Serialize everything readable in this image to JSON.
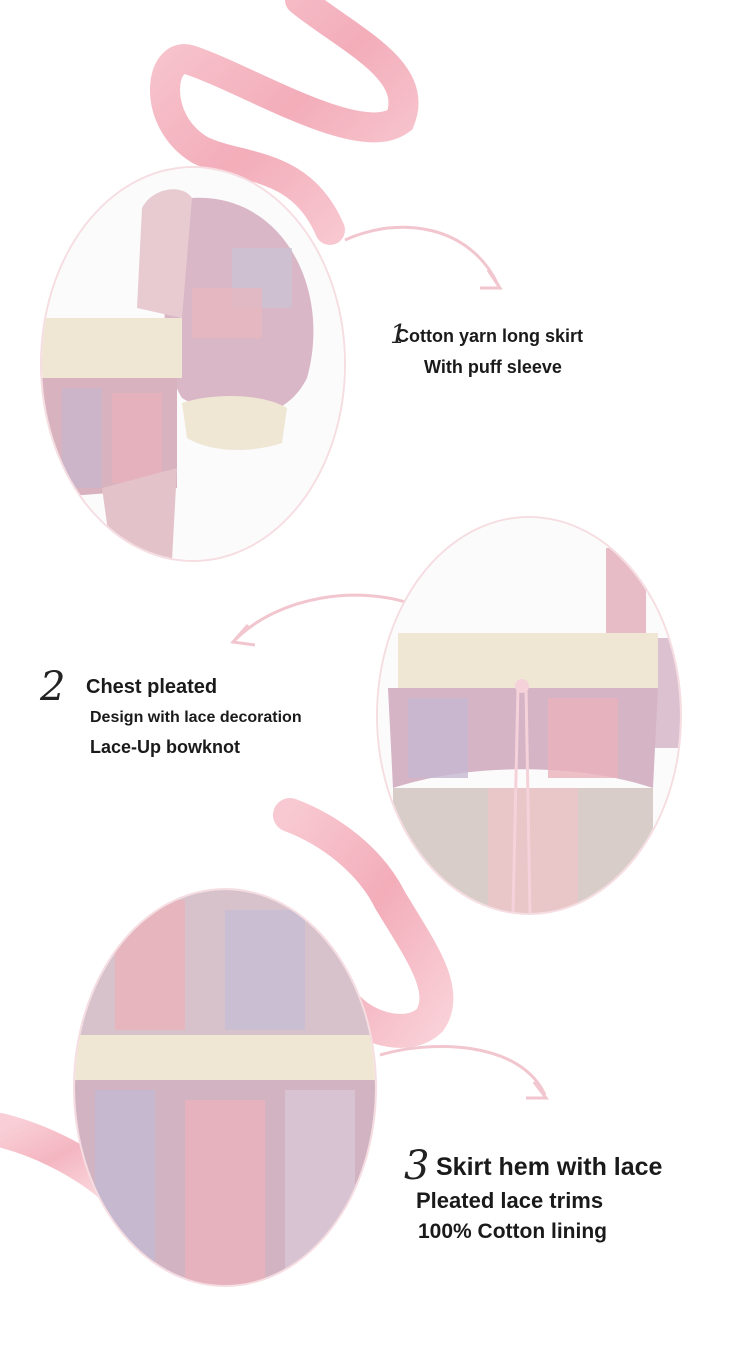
{
  "colors": {
    "background": "#ffffff",
    "ribbon": "#f4b6c2",
    "circle_outline": "#f6dde2",
    "arrow": "#f2c6cf",
    "text": "#1a1a1a"
  },
  "features": [
    {
      "number": "1",
      "lines": [
        "Cotton yarn long skirt",
        "With puff sleeve"
      ],
      "image_icon": "puff-sleeve-closeup"
    },
    {
      "number": "2",
      "lines": [
        "Chest pleated",
        "Design with lace decoration",
        "Lace-Up bowknot"
      ],
      "image_icon": "chest-lace-bowknot-closeup"
    },
    {
      "number": "3",
      "lines": [
        "Skirt hem with lace",
        "Pleated lace trims",
        "100% Cotton lining"
      ],
      "image_icon": "skirt-hem-lace-closeup"
    }
  ]
}
